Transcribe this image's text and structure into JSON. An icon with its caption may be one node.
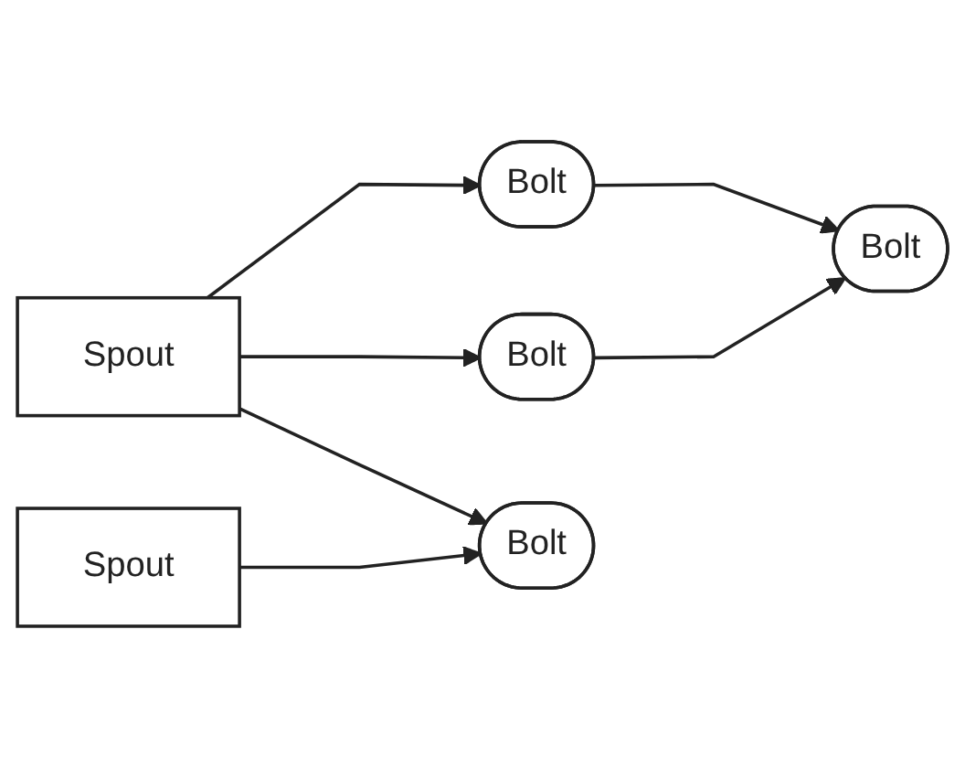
{
  "diagram": {
    "nodes": [
      {
        "text": [
          "Bolt"
        ]
      },
      {
        "text": [
          "Bolt"
        ]
      },
      {
        "text": [
          "Spout"
        ]
      },
      {
        "text": [
          "Bolt"
        ]
      },
      {
        "text": [
          "Spout"
        ]
      },
      {
        "text": [
          "Bolt"
        ]
      }
    ],
    "edges": [
      {
        "from": 2,
        "to": 0,
        "arrow": "to"
      },
      {
        "from": 2,
        "to": 3,
        "arrow": "to"
      },
      {
        "from": 2,
        "to": 5,
        "arrow": "to"
      },
      {
        "from": 0,
        "to": 1,
        "arrow": "to"
      },
      {
        "from": 3,
        "to": 1,
        "arrow": "to"
      },
      {
        "from": 4,
        "to": 5,
        "arrow": "to"
      }
    ]
  }
}
